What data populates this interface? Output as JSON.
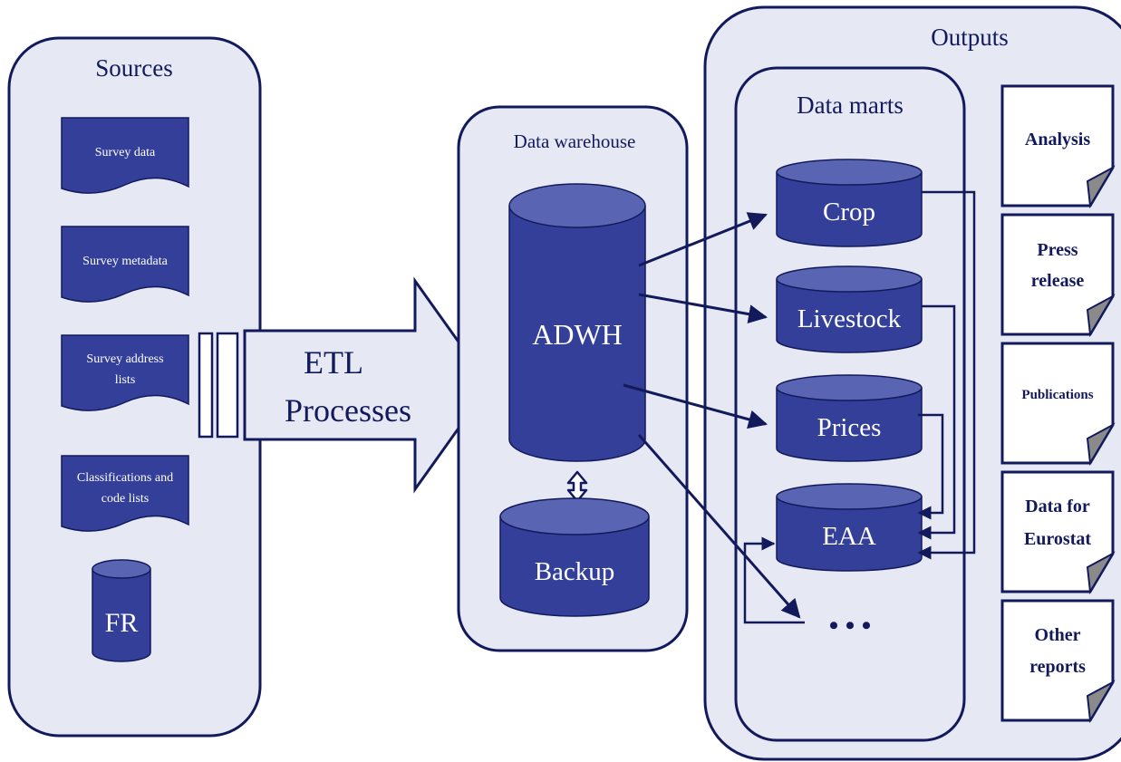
{
  "colors": {
    "panel_fill": "#e6e9f3",
    "outline": "#131a5c",
    "shape_fill": "#333f99",
    "cylinder_top": "#5964b3",
    "page_fold": "#8a8a8a",
    "label_text": "#ffffff",
    "title_text": "#131a5c"
  },
  "sources": {
    "title": "Sources",
    "documents": [
      {
        "label": "Survey data"
      },
      {
        "label": "Survey metadata"
      },
      {
        "lines": [
          "Survey address",
          "lists"
        ]
      },
      {
        "lines": [
          "Classifications and",
          "code lists"
        ]
      }
    ],
    "fr": "FR"
  },
  "etl": {
    "lines": [
      "ETL",
      "Processes"
    ]
  },
  "warehouse": {
    "title": "Data warehouse",
    "main_db": "ADWH",
    "backup": "Backup"
  },
  "outputs": {
    "title": "Outputs",
    "marts_title": "Data marts",
    "marts": [
      "Crop",
      "Livestock",
      "Prices",
      "EAA"
    ],
    "ellipsis": "• • •",
    "reports": [
      {
        "lines": [
          "Analysis"
        ]
      },
      {
        "lines": [
          "Press",
          "release"
        ]
      },
      {
        "lines": [
          "Publications"
        ]
      },
      {
        "lines": [
          "Data for",
          "Eurostat"
        ]
      },
      {
        "lines": [
          "Other",
          "reports"
        ]
      }
    ]
  }
}
